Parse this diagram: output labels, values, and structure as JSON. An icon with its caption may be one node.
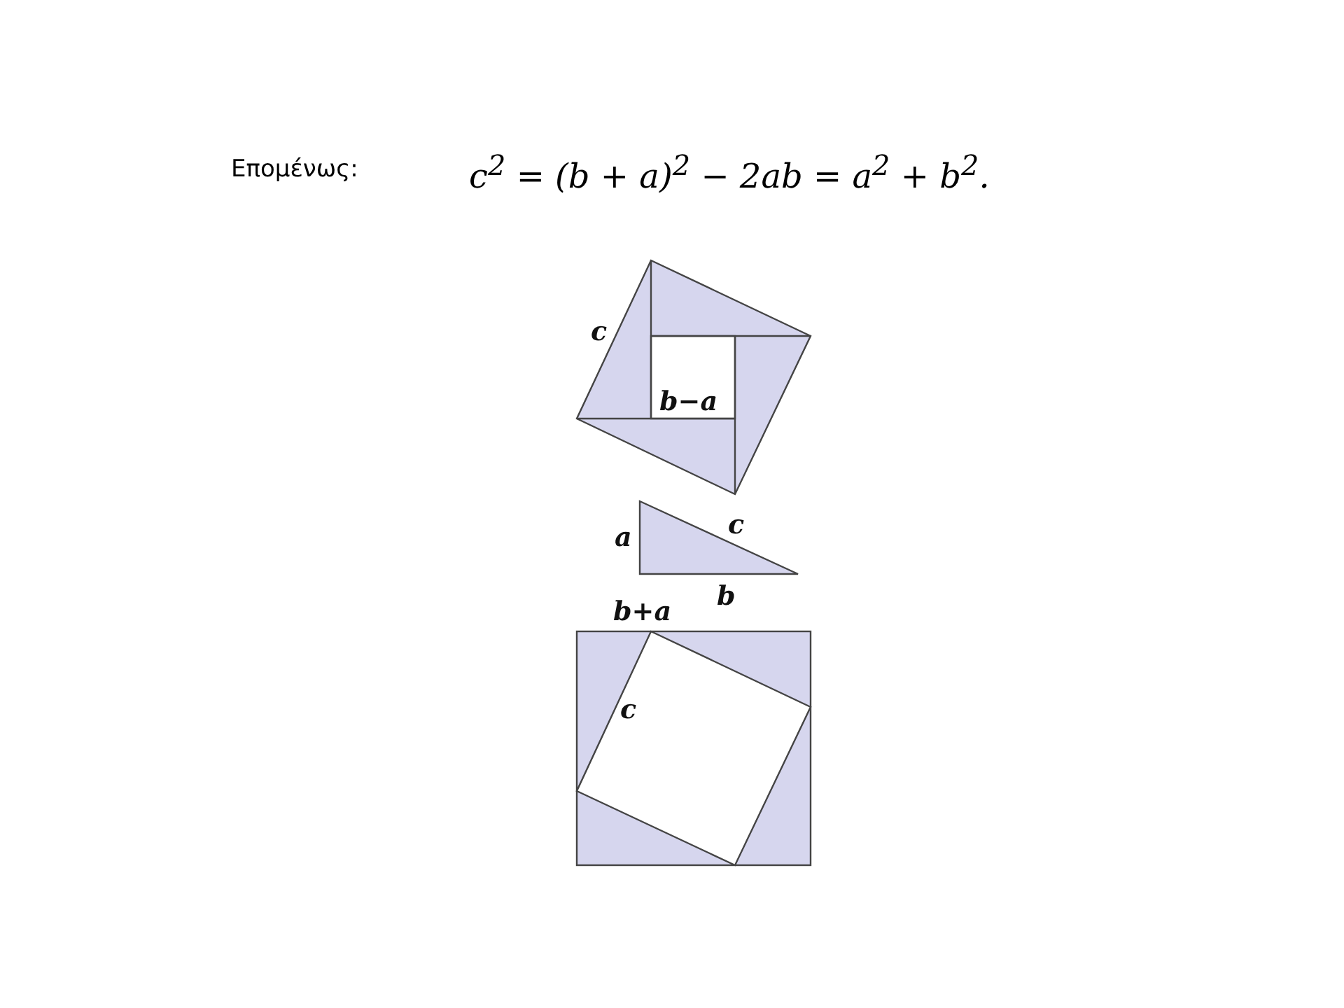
{
  "diagram": {
    "labels": [
      "Επομένως:",
      "c$^{2}$ = (b + a)$^{2}$ − 2ab = a$^{2}$ + b$^{2}$.",
      "c",
      "b−a",
      "a",
      "c",
      "b",
      "b+a",
      "c"
    ]
  }
}
